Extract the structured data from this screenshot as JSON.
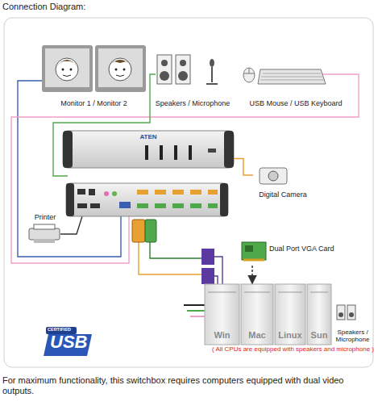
{
  "diagram": {
    "title": "Connection Diagram:",
    "caption": "For maximum functionality, this switchbox requires computers equipped with dual video outputs.",
    "nodes": [
      {
        "text": [
          "Monitor 1 / Monitor 2"
        ]
      },
      {
        "text": [
          "Speakers / Microphone"
        ]
      },
      {
        "text": [
          "USB Mouse / USB Keyboard"
        ]
      },
      {
        "text": [
          "ATEN"
        ]
      },
      {
        "text": [
          "Digital Camera"
        ]
      },
      {
        "text": [
          "Printer"
        ]
      },
      {
        "text": [
          "Dual Port VGA Card"
        ]
      },
      {
        "text": [
          "Win"
        ]
      },
      {
        "text": [
          "Mac"
        ]
      },
      {
        "text": [
          "Linux"
        ]
      },
      {
        "text": [
          "Sun"
        ]
      },
      {
        "text": [
          "Speakers / Microphone"
        ]
      }
    ],
    "edges": [
      {
        "from": 3,
        "to": 4,
        "arrow": "none"
      },
      {
        "from": 6,
        "to": 8,
        "arrow": "to"
      }
    ],
    "labels": [
      "CERTIFIED",
      "USB",
      "( All CPUs are equipped with speakers and microphone )"
    ]
  }
}
